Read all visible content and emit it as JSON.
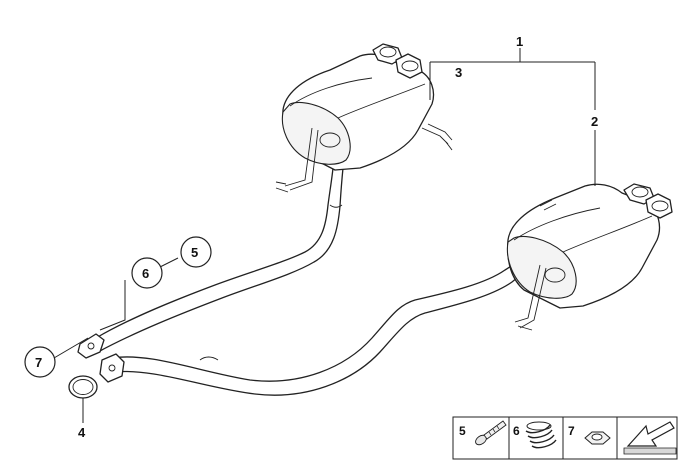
{
  "callouts": {
    "c1": "1",
    "c2": "2",
    "c3": "3",
    "c4": "4",
    "c5": "5",
    "c6": "6",
    "c7": "7"
  },
  "legend": {
    "n5": "5",
    "n6": "6",
    "n7": "7"
  },
  "parts": {
    "exhaust_system": {
      "callout": "1"
    },
    "rear_silencer_right": {
      "callout": "2"
    },
    "rear_silencer_left": {
      "callout": "3"
    },
    "gasket_ring": {
      "callout": "4"
    },
    "bolt": {
      "callout": "5"
    },
    "spring": {
      "callout": "6"
    },
    "nut": {
      "callout": "7"
    }
  },
  "icons": [
    "bolt-icon",
    "spring-icon",
    "nut-icon",
    "arrow-icon"
  ],
  "colors": {
    "line": "#222222",
    "background": "#ffffff"
  }
}
